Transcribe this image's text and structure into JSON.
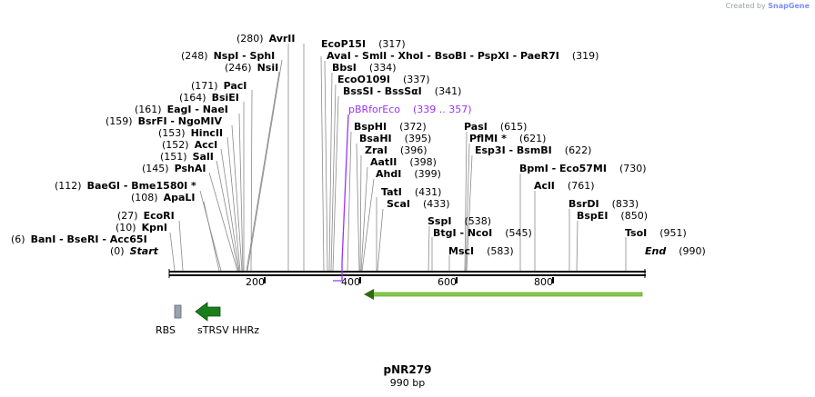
{
  "credit": {
    "prefix": "Created by",
    "brand": "SnapGene"
  },
  "title": "pNR279",
  "subtitle": "990 bp",
  "axis": {
    "ticks": [
      "200",
      "400",
      "600",
      "800"
    ]
  },
  "features": {
    "rbs": "RBS",
    "hhrz": "sTRSV HHRz",
    "primer": "pBRforEco",
    "primer_pos": "(339 .. 357)",
    "colors": {
      "rbs": "#9aa3ad",
      "hhrz": "#1a7f1a",
      "primer": "#9b30ff",
      "arrow": "#86c94a"
    }
  },
  "sites": [
    {
      "pos": "(280)",
      "name": "AvrII"
    },
    {
      "pos": "(317)",
      "name": "EcoP15I"
    },
    {
      "pos": "(248)",
      "name": "NspI  -  SphI"
    },
    {
      "pos": "(319)",
      "name": "AvaI  -  SmlI  -  XhoI  -  BsoBI  -  PspXI  -  PaeR7I"
    },
    {
      "pos": "(246)",
      "name": "NsiI"
    },
    {
      "pos": "(334)",
      "name": "BbsI"
    },
    {
      "pos": "(337)",
      "name": "EcoO109I"
    },
    {
      "pos": "(171)",
      "name": "PacI"
    },
    {
      "pos": "(341)",
      "name": "BssSI  -  BssSαI"
    },
    {
      "pos": "(164)",
      "name": "BsiEI"
    },
    {
      "pos": "(161)",
      "name": "EagI  -  NaeI"
    },
    {
      "pos": "(159)",
      "name": "BsrFI  -  NgoMIV"
    },
    {
      "pos": "(372)",
      "name": "BspHI"
    },
    {
      "pos": "(615)",
      "name": "PasI"
    },
    {
      "pos": "(153)",
      "name": "HincII"
    },
    {
      "pos": "(395)",
      "name": "BsaHI"
    },
    {
      "pos": "(621)",
      "name": "PflMI *"
    },
    {
      "pos": "(152)",
      "name": "AccI"
    },
    {
      "pos": "(396)",
      "name": "ZraI"
    },
    {
      "pos": "(622)",
      "name": "Esp3I  -  BsmBI"
    },
    {
      "pos": "(151)",
      "name": "SalI"
    },
    {
      "pos": "(398)",
      "name": "AatII"
    },
    {
      "pos": "(145)",
      "name": "PshAI"
    },
    {
      "pos": "(730)",
      "name": "BpmI  -  Eco57MI"
    },
    {
      "pos": "(399)",
      "name": "AhdI"
    },
    {
      "pos": "(112)",
      "name": "BaeGI  -  Bme1580I *"
    },
    {
      "pos": "(761)",
      "name": "AclI"
    },
    {
      "pos": "(431)",
      "name": "TatI"
    },
    {
      "pos": "(108)",
      "name": "ApaLI"
    },
    {
      "pos": "(433)",
      "name": "ScaI"
    },
    {
      "pos": "(833)",
      "name": "BsrDI"
    },
    {
      "pos": "(27)",
      "name": "EcoRI"
    },
    {
      "pos": "(850)",
      "name": "BspEI"
    },
    {
      "pos": "(538)",
      "name": "SspI"
    },
    {
      "pos": "(10)",
      "name": "KpnI"
    },
    {
      "pos": "(545)",
      "name": "BtgI  -  NcoI"
    },
    {
      "pos": "(951)",
      "name": "TsoI"
    },
    {
      "pos": "(6)",
      "name": "BanI  -  BseRI  -  Acc65I"
    },
    {
      "pos": "(583)",
      "name": "MscI"
    },
    {
      "pos": "(0)",
      "name": "Start"
    },
    {
      "pos": "(990)",
      "name": "End"
    }
  ]
}
